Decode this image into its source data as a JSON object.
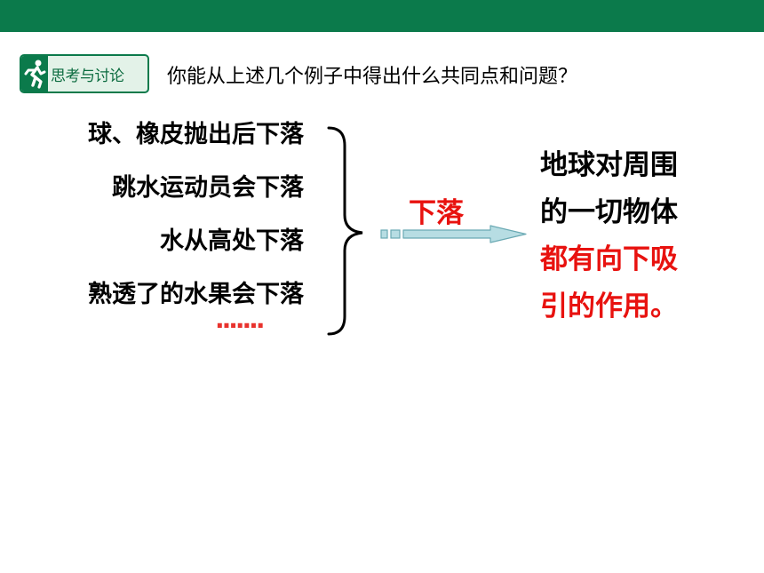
{
  "slide": {
    "badge": {
      "icon": "running-person-icon",
      "label": "思考与讨论"
    },
    "question": "你能从上述几个例子中得出什么共同点和问题？",
    "examples": [
      "球、橡皮抛出后下落",
      "跳水运动员会下落",
      "水从高处下落",
      "熟透了的水果会下落"
    ],
    "ellipsis": "·······",
    "arrow_label": "下落",
    "conclusion": {
      "lines_black": [
        "地球对周围",
        "的一切物体"
      ],
      "lines_red": [
        "都有向下吸",
        "引的作用。"
      ]
    }
  },
  "colors": {
    "brand_green": "#0b7a4b",
    "badge_bg": "#e3f2e8",
    "accent_red": "#e8120f",
    "arrow_fill": "#b7dde3",
    "arrow_stroke": "#6aa9b3"
  }
}
